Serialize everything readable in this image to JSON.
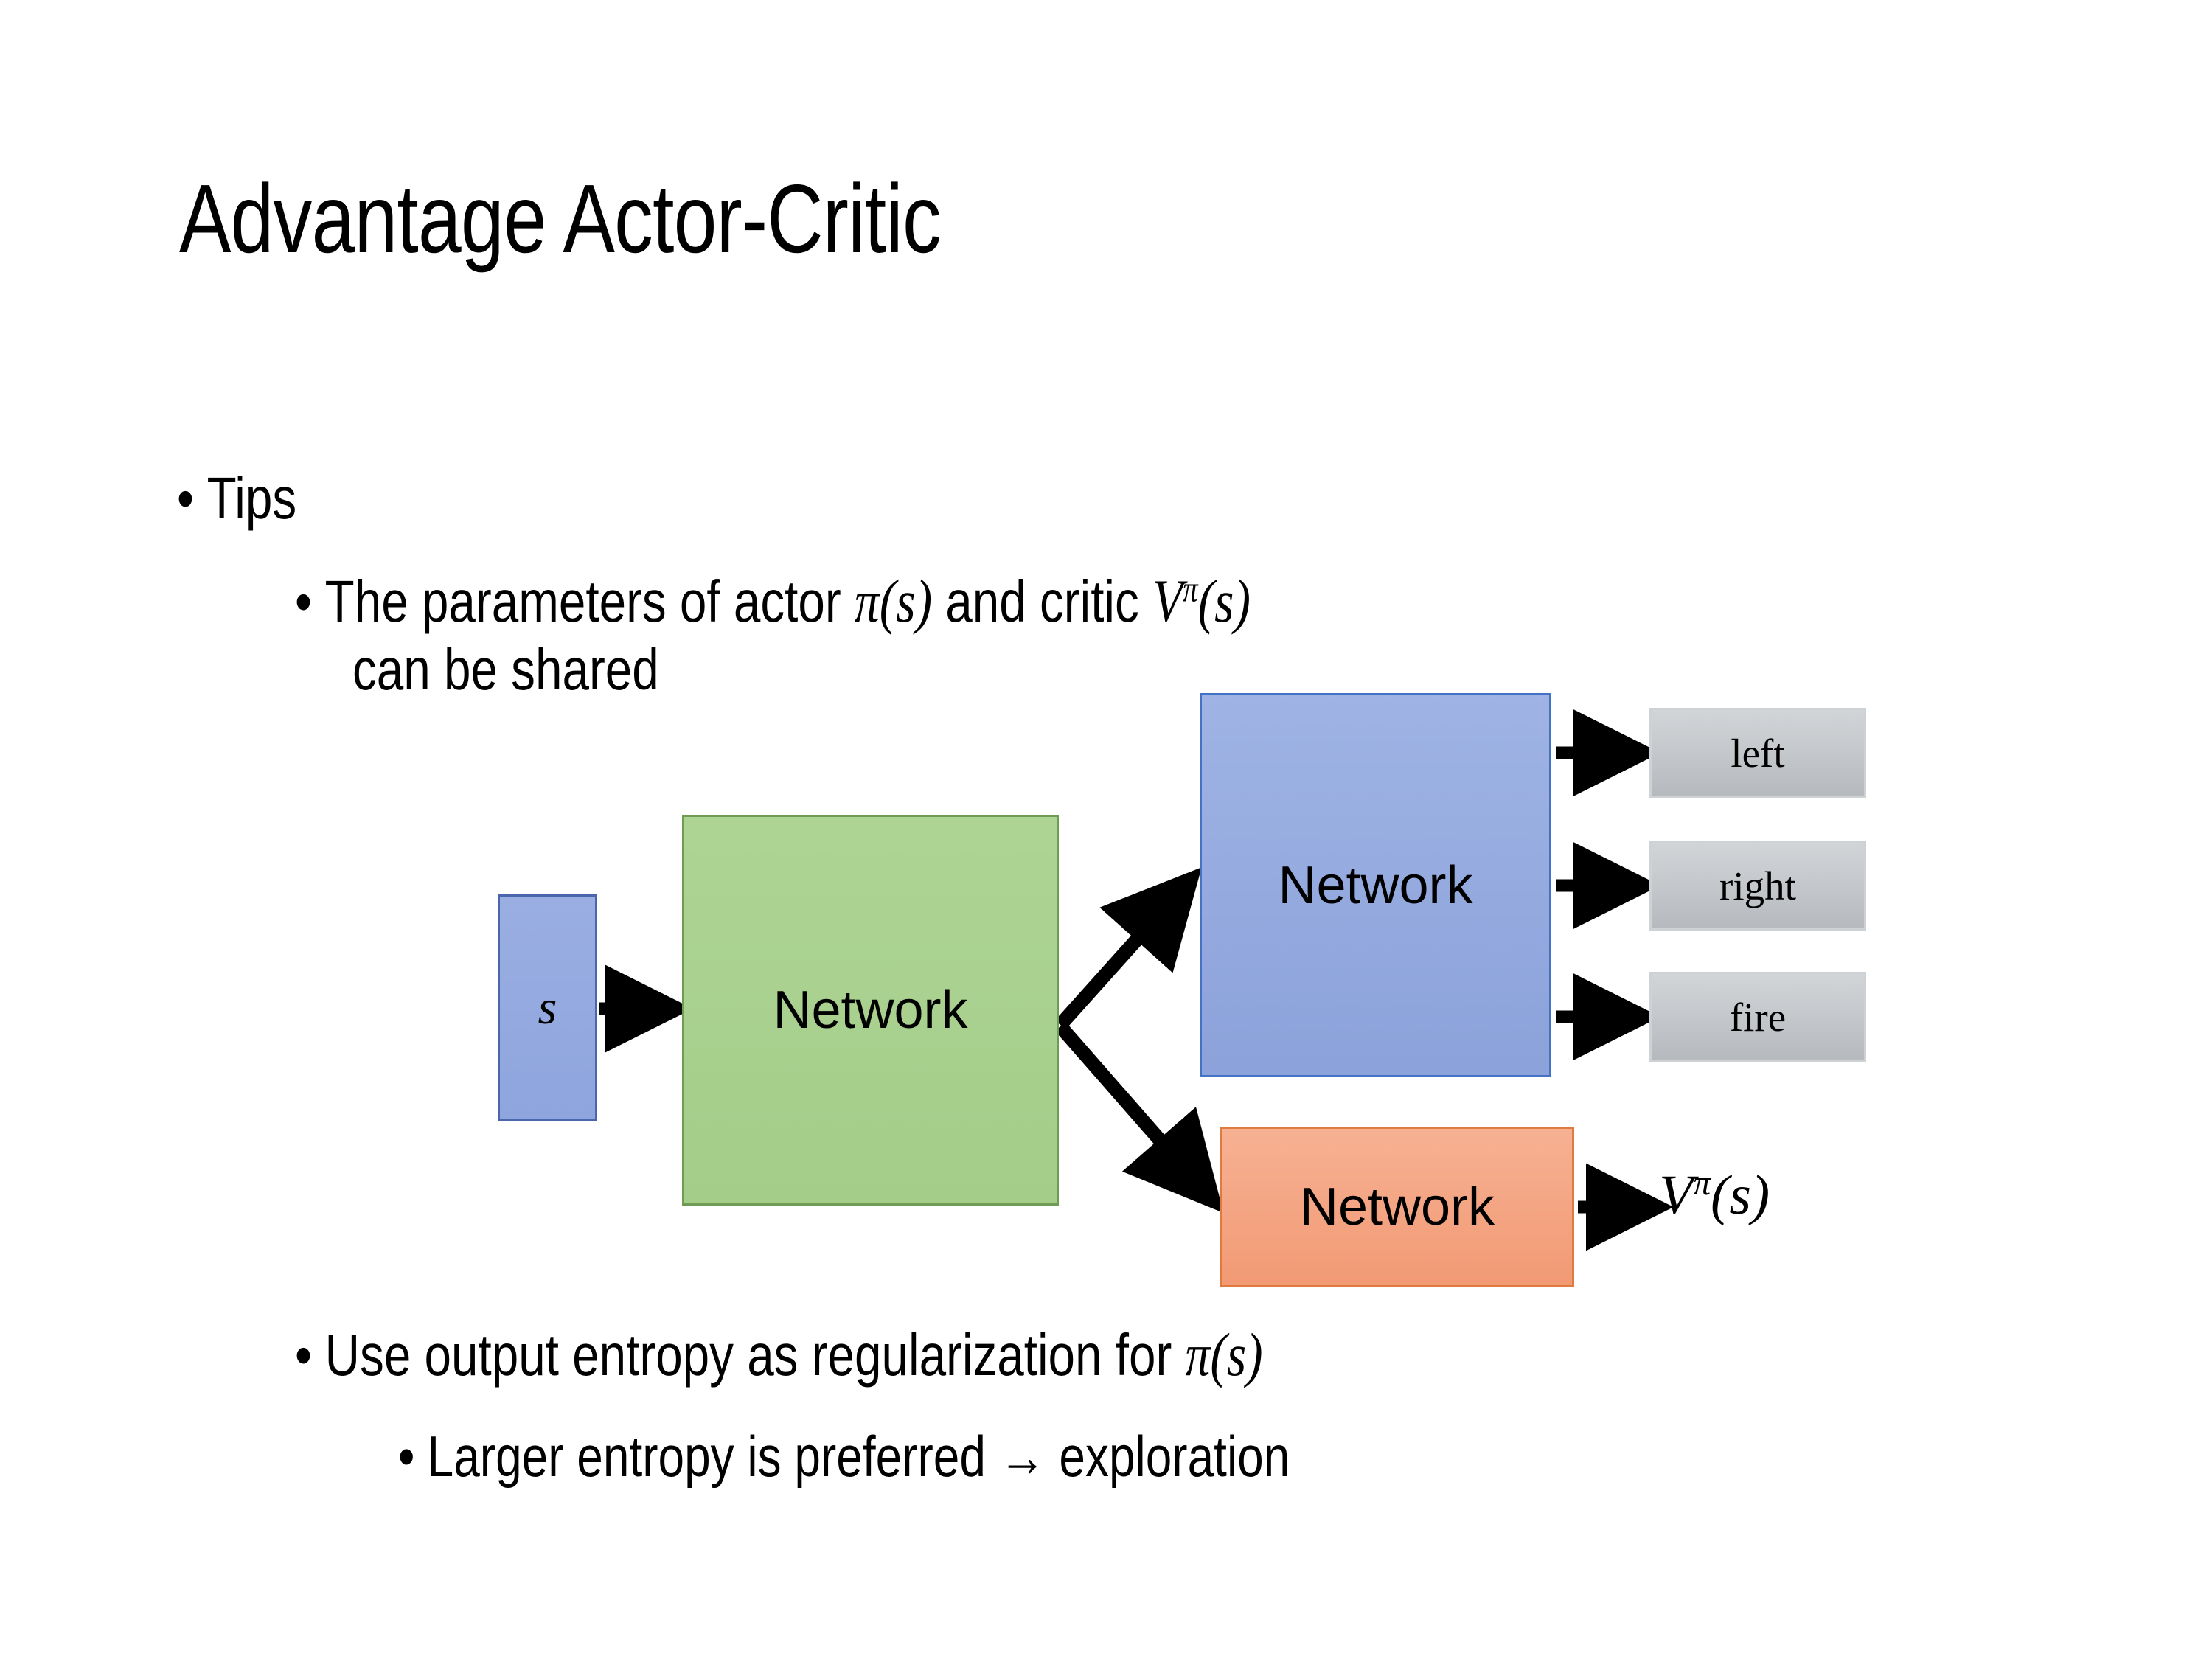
{
  "slide": {
    "title": "Advantage Actor-Critic",
    "background_color": "#FFFFFF",
    "text_color": "#000000"
  },
  "bullets": {
    "tips": "Tips",
    "params_line1_pre": "The parameters of actor ",
    "params_math_actor": "π(s)",
    "params_line1_mid": "  and critic ",
    "params_math_critic_base": "V",
    "params_math_critic_sup": "π",
    "params_math_critic_arg": "(s)",
    "params_line2": "can be shared",
    "entropy_pre": "Use output entropy as regularization for ",
    "entropy_math": "π(s)",
    "larger": "Larger entropy is preferred → exploration",
    "marker": "•"
  },
  "diagram": {
    "input_label": "s",
    "shared_network_label": "Network",
    "actor_network_label": "Network",
    "critic_network_label": "Network",
    "actions": [
      "left",
      "right",
      "fire"
    ],
    "value_output": {
      "base": "V",
      "sup": "π",
      "arg": "(s)"
    },
    "colors": {
      "input_fill": "#94A8DE",
      "input_border": "#4A66AC",
      "shared_fill": "#A9D08E",
      "shared_border": "#6F9C55",
      "actor_fill": "#92A9DC",
      "actor_border": "#4472C4",
      "critic_fill": "#F4A582",
      "critic_border": "#E07A3F",
      "action_fill": "#C3C6C9",
      "action_border": "#CFD2D5",
      "arrow": "#000000"
    }
  }
}
